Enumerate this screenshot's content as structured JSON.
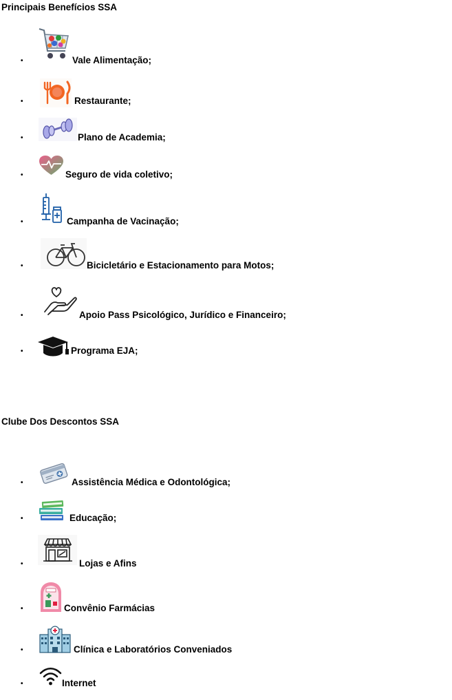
{
  "section_benefits": {
    "title": "Principais Benefícios SSA",
    "items": [
      {
        "icon": "shopping-cart-icon",
        "label": "Vale Alimentação;"
      },
      {
        "icon": "plate-fork-knife-icon",
        "label": "Restaurante;"
      },
      {
        "icon": "dumbbell-icon",
        "label": "Plano de Academia;"
      },
      {
        "icon": "heart-pulse-icon",
        "label": "Seguro de vida coletivo;"
      },
      {
        "icon": "syringe-vial-icon",
        "label": "Campanha de Vacinação;"
      },
      {
        "icon": "bicycle-icon",
        "label": "Bicicletário e Estacionamento para Motos;"
      },
      {
        "icon": "hand-heart-icon",
        "label": "Apoio Pass Psicológico, Jurídico e Financeiro;"
      },
      {
        "icon": "graduation-cap-icon",
        "label": "Programa EJA;"
      }
    ]
  },
  "section_discounts": {
    "title": "Clube Dos Descontos SSA",
    "items": [
      {
        "icon": "health-card-icon",
        "label": "Assistência Médica e Odontológica;"
      },
      {
        "icon": "books-icon",
        "label": "Educação;"
      },
      {
        "icon": "storefront-icon",
        "label": "Lojas e Afins"
      },
      {
        "icon": "pharmacy-icon",
        "label": "Convênio Farmácias"
      },
      {
        "icon": "hospital-icon",
        "label": "Clínica e Laboratórios Conveniados"
      },
      {
        "icon": "wifi-icon",
        "label": "Internet"
      }
    ]
  },
  "bullet_char": "•"
}
